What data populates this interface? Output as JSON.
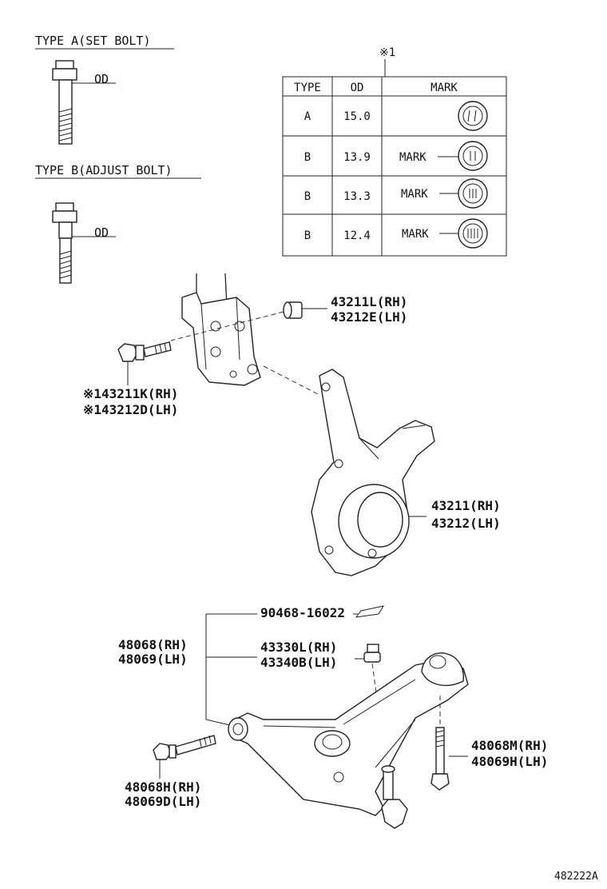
{
  "bolt_types": {
    "type_a_label": "TYPE A(SET BOLT)",
    "type_b_label": "TYPE B(ADJUST BOLT)",
    "od_label": "OD"
  },
  "mark_table": {
    "note": "※1",
    "headers": [
      "TYPE",
      "OD",
      "MARK"
    ],
    "rows": [
      {
        "type": "A",
        "od": "15.0",
        "mark": ""
      },
      {
        "type": "B",
        "od": "13.9",
        "mark": "MARK"
      },
      {
        "type": "B",
        "od": "13.3",
        "mark": "MARK"
      },
      {
        "type": "B",
        "od": "12.4",
        "mark": "MARK"
      }
    ]
  },
  "parts": {
    "nut_rh": "43211L(RH)",
    "nut_lh": "43212E(LH)",
    "bolt_rh": "※143211K(RH)",
    "bolt_lh": "※143212D(LH)",
    "knuckle_rh": "43211(RH)",
    "knuckle_lh": "43212(LH)",
    "cotter_pin": "90468-16022",
    "arm_rh": "48068(RH)",
    "arm_lh": "48069(LH)",
    "castle_nut_rh": "43330L(RH)",
    "castle_nut_lh": "43340B(LH)",
    "rear_bolt_rh": "48068M(RH)",
    "rear_bolt_lh": "48069H(LH)",
    "front_bolt_rh": "48068H(RH)",
    "front_bolt_lh": "48069D(LH)"
  },
  "diagram_id": "482222A"
}
